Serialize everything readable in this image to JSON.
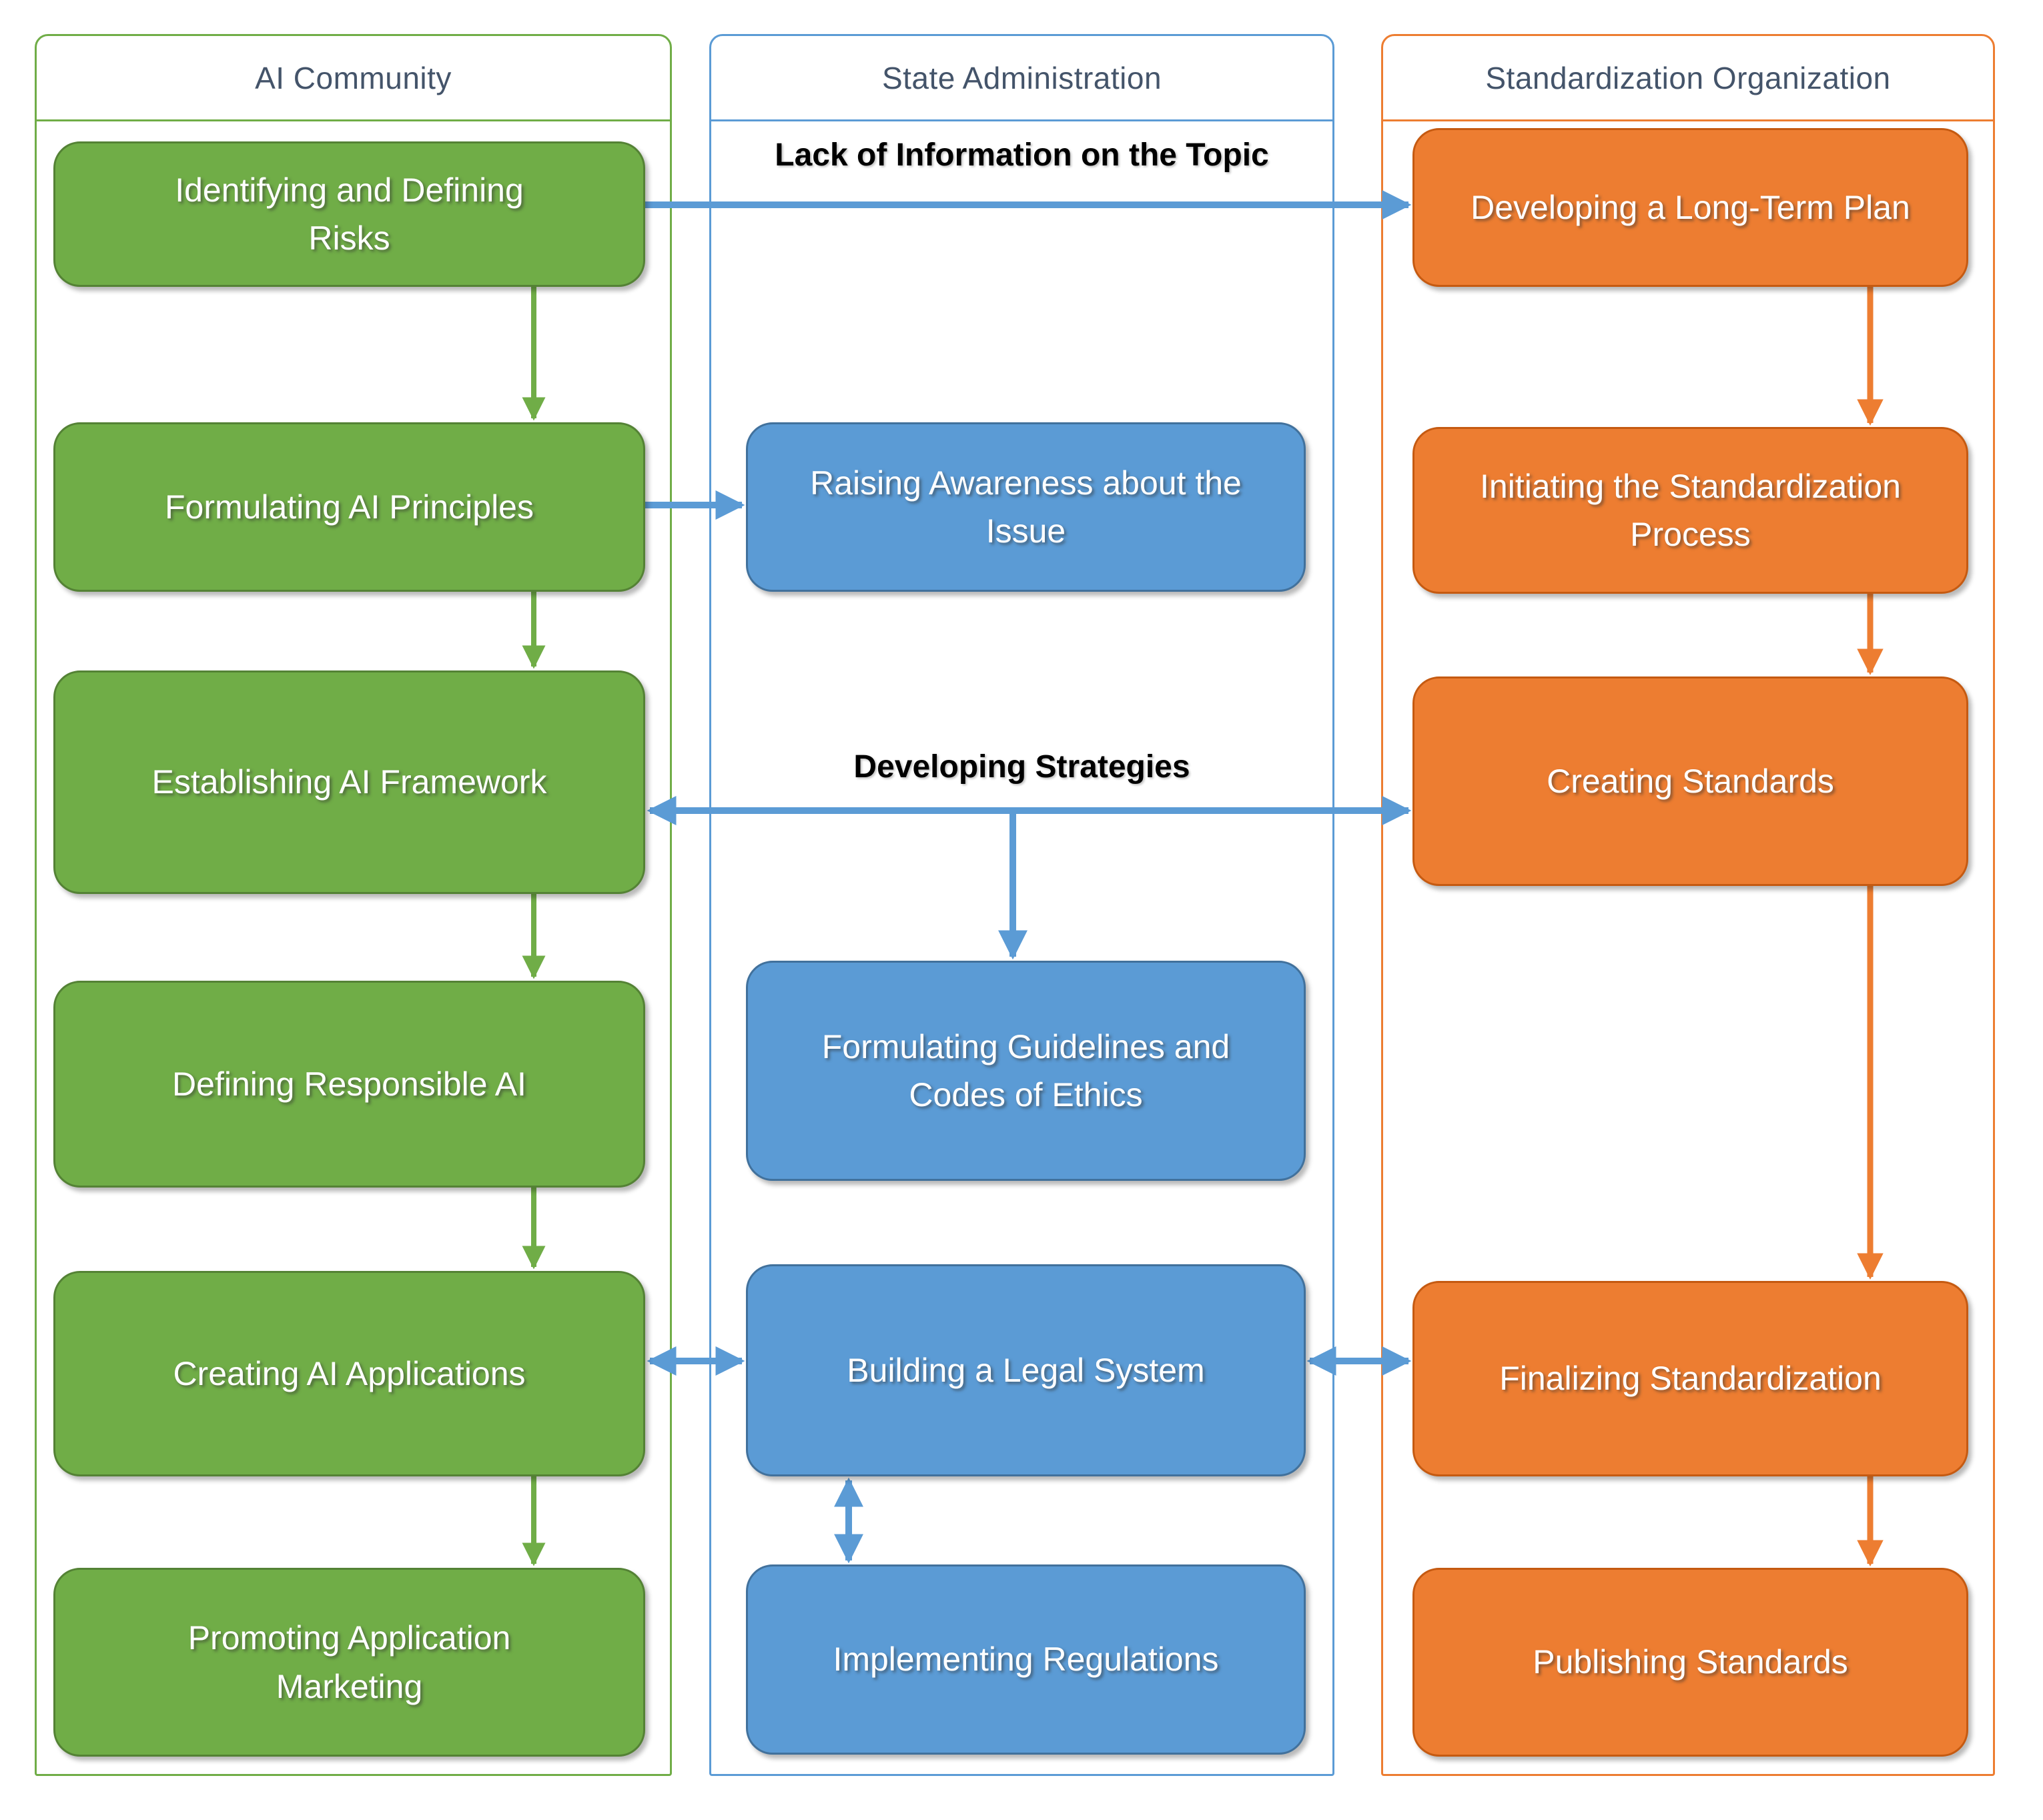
{
  "diagram": {
    "columns": [
      {
        "title": "AI Community",
        "boxes": [
          "Identifying and Defining\nRisks",
          "Formulating AI Principles",
          "Establishing AI Framework",
          "Defining Responsible AI",
          "Creating AI Applications",
          "Promoting Application\nMarketing"
        ]
      },
      {
        "title": "State Administration",
        "floating_labels": [
          "Lack of Information on the Topic",
          "Developing Strategies"
        ],
        "boxes": [
          "Raising Awareness about the\nIssue",
          "Formulating Guidelines and\nCodes of Ethics",
          "Building a Legal System",
          "Implementing Regulations"
        ]
      },
      {
        "title": "Standardization Organization",
        "boxes": [
          "Developing a Long-Term Plan",
          "Initiating the Standardization\nProcess",
          "Creating Standards",
          "Finalizing Standardization",
          "Publishing Standards"
        ]
      }
    ]
  },
  "colors": {
    "green_fill": "#70AD47",
    "green_border": "#548235",
    "blue_fill": "#5B9BD5",
    "blue_border": "#41719C",
    "orange_fill": "#ED7D31",
    "orange_border": "#C55A11",
    "header_text": "#44546A",
    "label_text": "#000000",
    "box_text": "#FFFFFF"
  }
}
